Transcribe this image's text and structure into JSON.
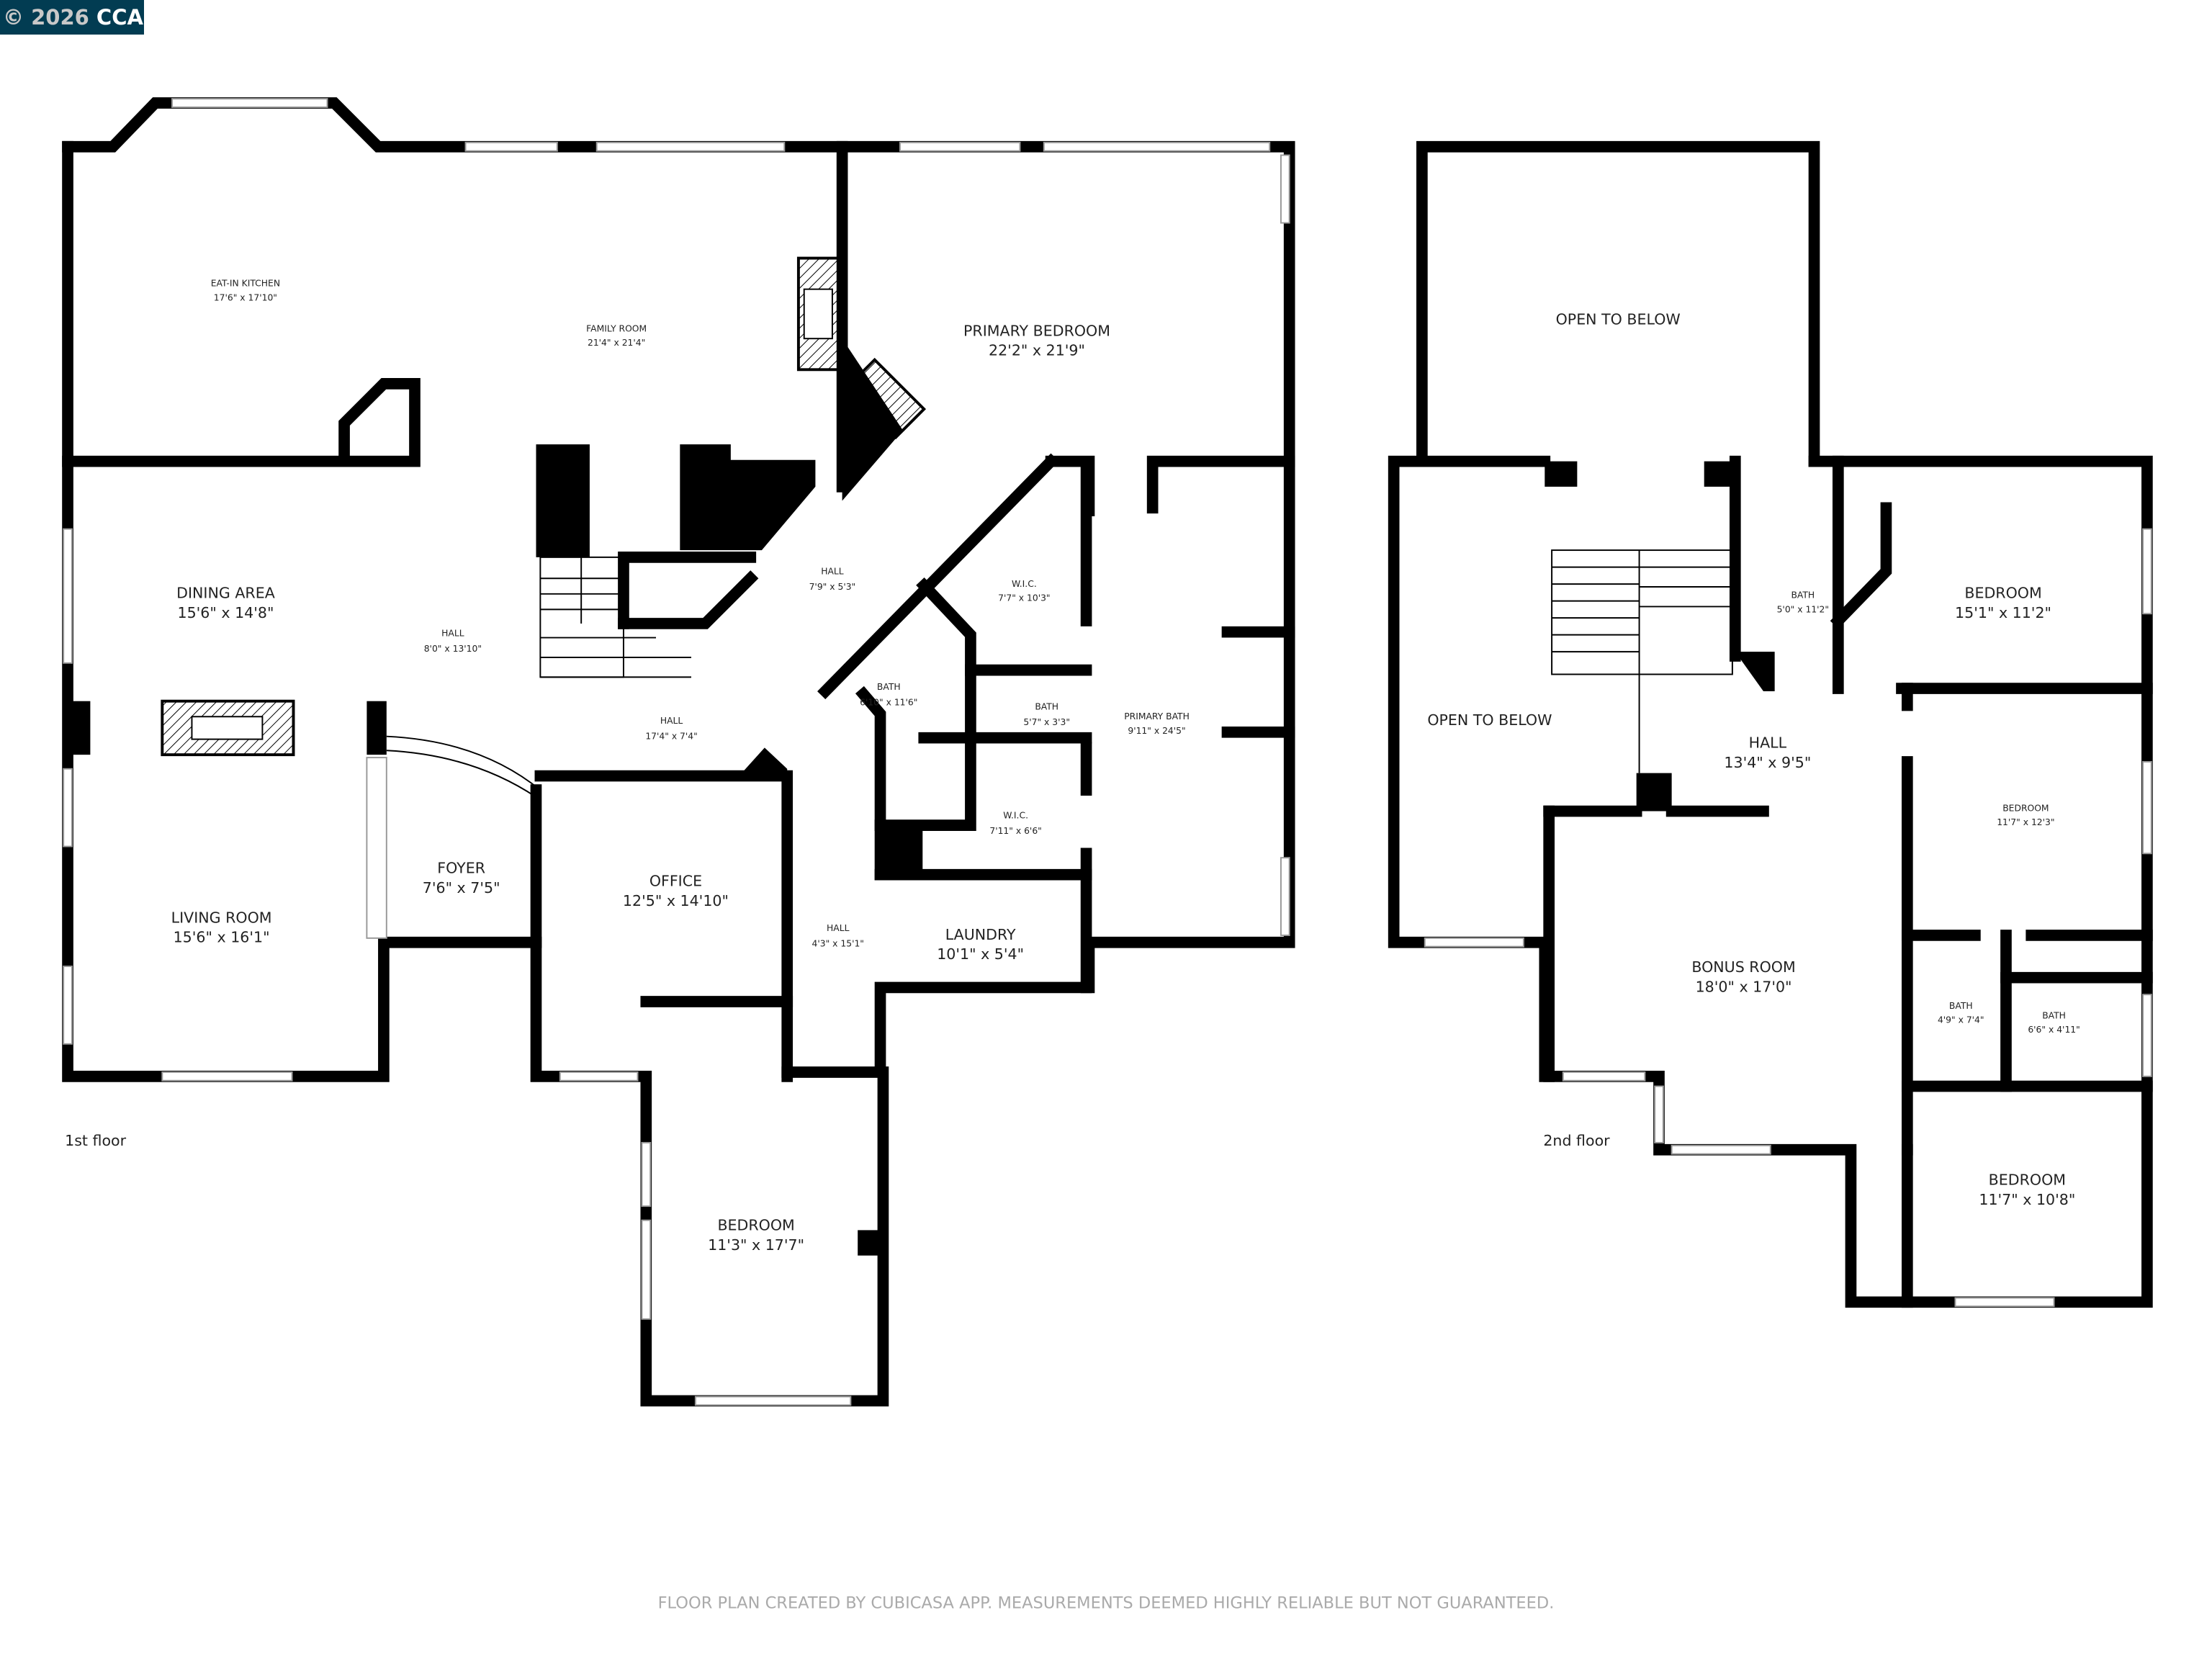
{
  "watermark": {
    "year": "© 2026",
    "org": "CCAR",
    "bg_color": "#023c52"
  },
  "floors": [
    {
      "label": "1st floor",
      "rooms": [
        {
          "name": "EAT-IN KITCHEN",
          "size": "17'6\" x 17'10\""
        },
        {
          "name": "FAMILY ROOM",
          "size": "21'4\" x 21'4\""
        },
        {
          "name": "PRIMARY BEDROOM",
          "size": "22'2\" x 21'9\""
        },
        {
          "name": "DINING AREA",
          "size": "15'6\" x 14'8\""
        },
        {
          "name": "HALL",
          "size": "8'0\" x 13'10\""
        },
        {
          "name": "HALL",
          "size": "7'9\" x 5'3\""
        },
        {
          "name": "W.I.C.",
          "size": "7'7\" x 10'3\""
        },
        {
          "name": "BATH",
          "size": "6'10\" x 11'6\""
        },
        {
          "name": "BATH",
          "size": "5'7\" x 3'3\""
        },
        {
          "name": "PRIMARY BATH",
          "size": "9'11\" x 24'5\""
        },
        {
          "name": "HALL",
          "size": "17'4\" x 7'4\""
        },
        {
          "name": "W.I.C.",
          "size": "7'11\" x 6'6\""
        },
        {
          "name": "FOYER",
          "size": "7'6\" x 7'5\""
        },
        {
          "name": "OFFICE",
          "size": "12'5\" x 14'10\""
        },
        {
          "name": "LIVING ROOM",
          "size": "15'6\" x 16'1\""
        },
        {
          "name": "HALL",
          "size": "4'3\" x 15'1\""
        },
        {
          "name": "LAUNDRY",
          "size": "10'1\" x 5'4\""
        },
        {
          "name": "BEDROOM",
          "size": "11'3\" x 17'7\""
        }
      ]
    },
    {
      "label": "2nd floor",
      "rooms": [
        {
          "name": "OPEN TO BELOW",
          "size": ""
        },
        {
          "name": "OPEN TO BELOW",
          "size": ""
        },
        {
          "name": "BATH",
          "size": "5'0\" x 11'2\""
        },
        {
          "name": "BEDROOM",
          "size": "15'1\" x 11'2\""
        },
        {
          "name": "HALL",
          "size": "13'4\" x 9'5\""
        },
        {
          "name": "BEDROOM",
          "size": "11'7\" x 12'3\""
        },
        {
          "name": "BONUS ROOM",
          "size": "18'0\" x 17'0\""
        },
        {
          "name": "BATH",
          "size": "4'9\" x 7'4\""
        },
        {
          "name": "BATH",
          "size": "6'6\" x 4'11\""
        },
        {
          "name": "BEDROOM",
          "size": "11'7\" x 10'8\""
        }
      ]
    }
  ],
  "footer": "FLOOR PLAN CREATED BY CUBICASA APP. MEASUREMENTS DEEMED HIGHLY RELIABLE BUT NOT GUARANTEED."
}
